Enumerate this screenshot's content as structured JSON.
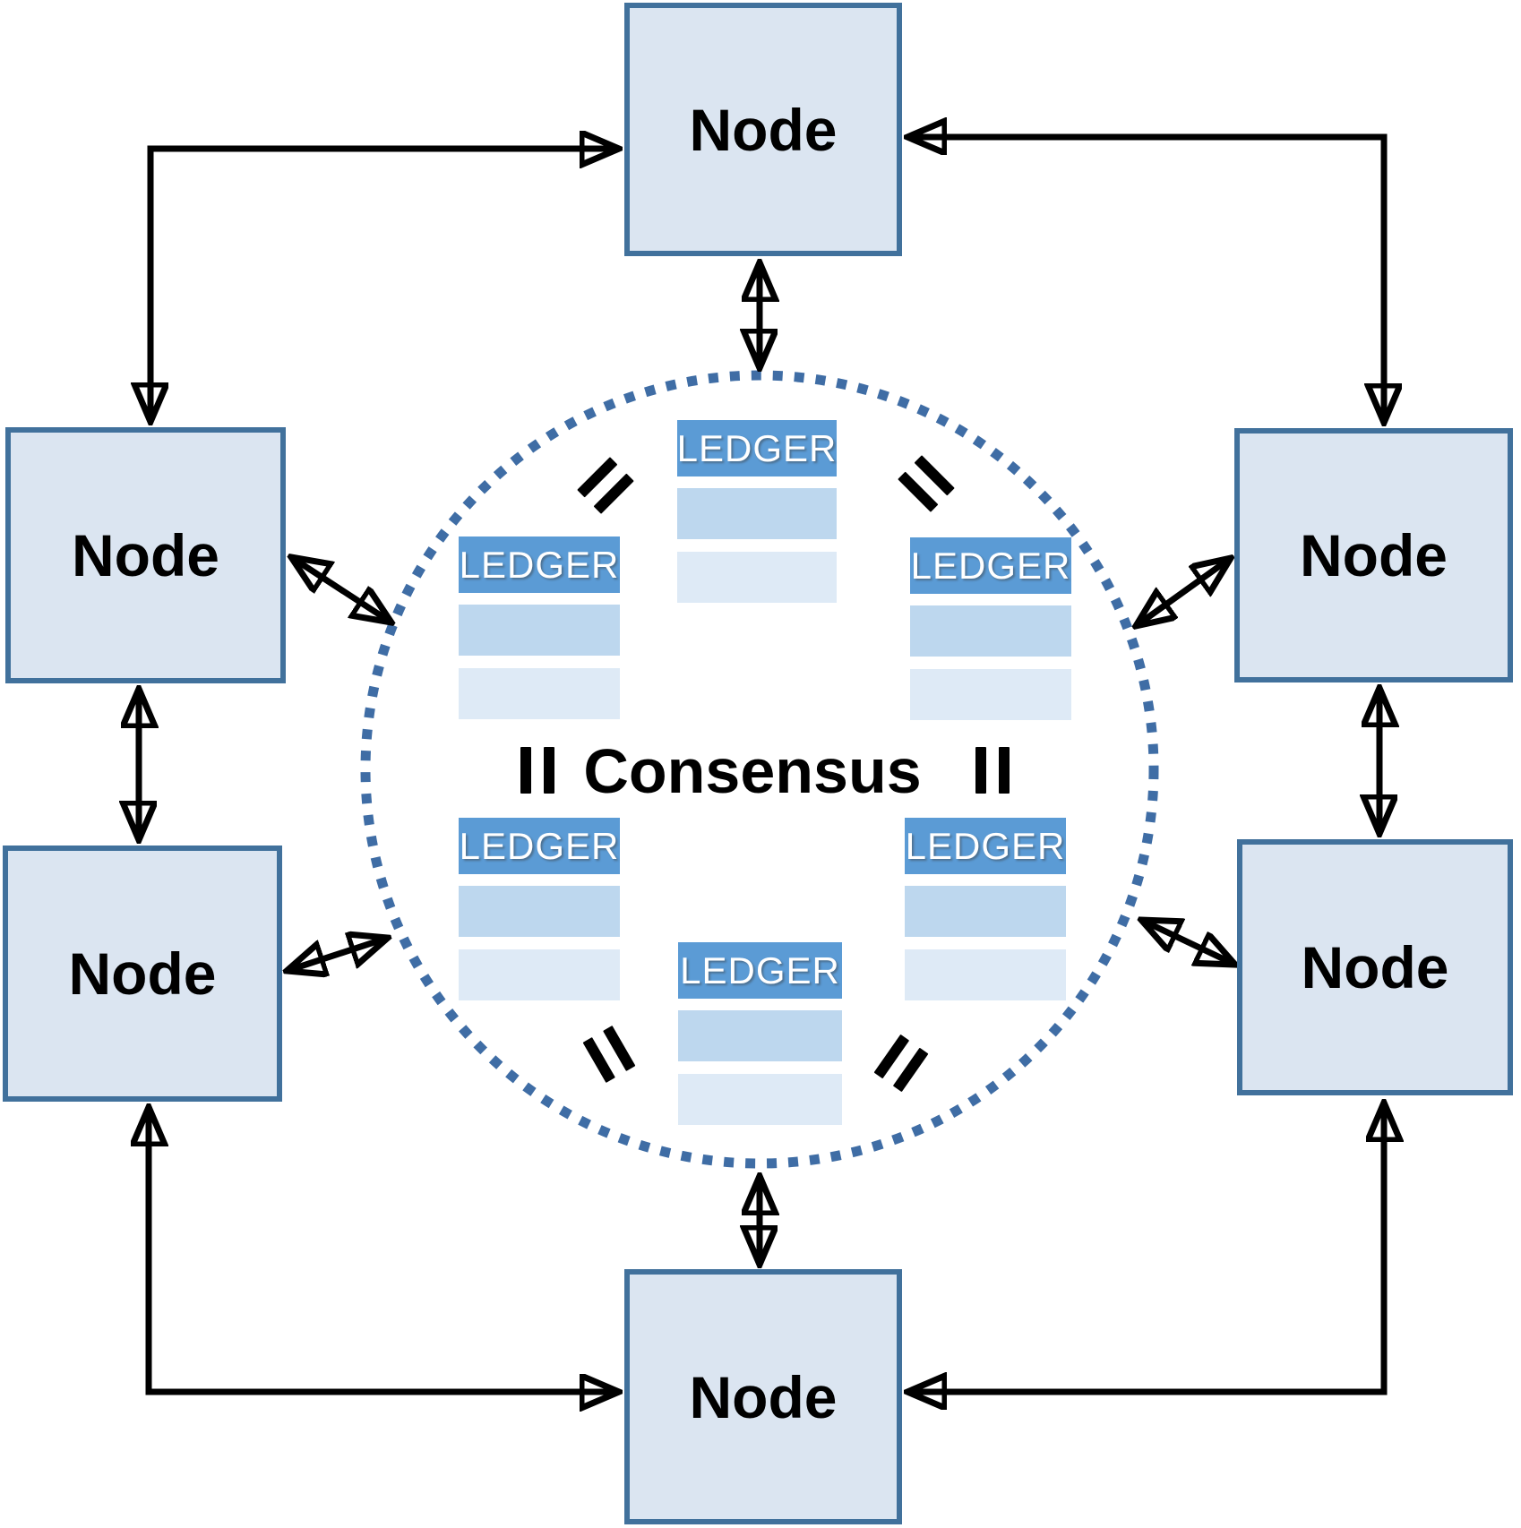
{
  "diagram": {
    "consensus_label": "Consensus",
    "nodes": [
      {
        "id": "top",
        "label": "Node"
      },
      {
        "id": "left-upper",
        "label": "Node"
      },
      {
        "id": "right-upper",
        "label": "Node"
      },
      {
        "id": "left-lower",
        "label": "Node"
      },
      {
        "id": "right-lower",
        "label": "Node"
      },
      {
        "id": "bottom",
        "label": "Node"
      }
    ],
    "ledgers": [
      {
        "id": "top-center",
        "label": "LEDGER",
        "blank_rows": 2
      },
      {
        "id": "upper-left",
        "label": "LEDGER",
        "blank_rows": 2
      },
      {
        "id": "upper-right",
        "label": "LEDGER",
        "blank_rows": 2
      },
      {
        "id": "lower-left",
        "label": "LEDGER",
        "blank_rows": 2
      },
      {
        "id": "lower-right",
        "label": "LEDGER",
        "blank_rows": 2
      },
      {
        "id": "bottom-center",
        "label": "LEDGER",
        "blank_rows": 2
      }
    ],
    "equals_icons_count": 6,
    "connections": {
      "node_to_circle_arrows": 6,
      "node_to_node_arrows": 6,
      "style": "double-headed"
    },
    "colors": {
      "node_fill": "#dbe5f1",
      "node_border": "#41719c",
      "ledger_header": "#5b9bd5",
      "ledger_row_dark": "#bdd7ee",
      "ledger_row_light": "#deeaf6",
      "circle_dots": "#3f6da5",
      "arrow": "#000000",
      "text": "#000000"
    }
  }
}
